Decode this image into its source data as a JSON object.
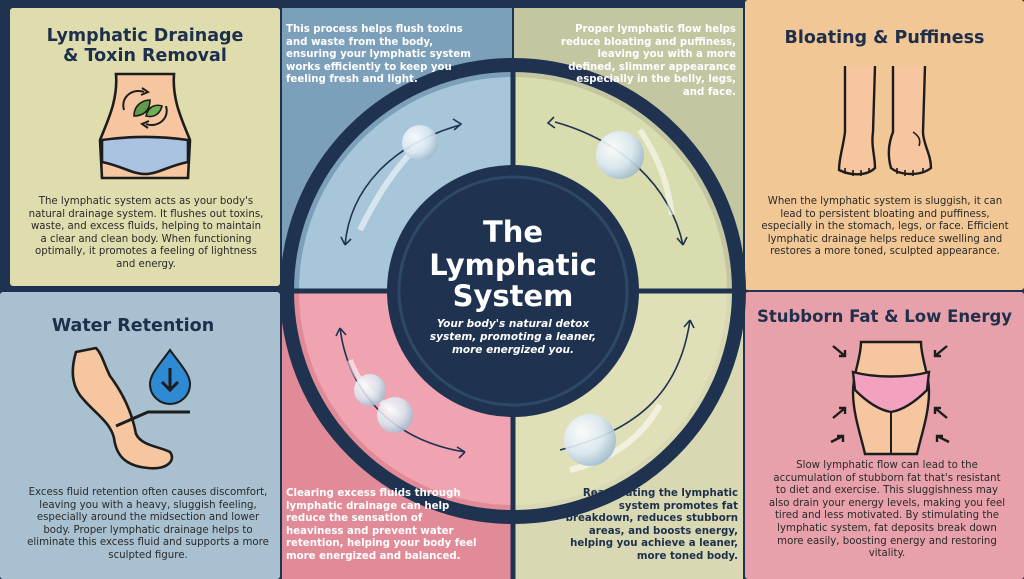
{
  "center": {
    "title_line1": "The",
    "title_line2": "Lymphatic",
    "title_line3": "System",
    "tagline_line1": "Your body's natural detox",
    "tagline_line2": "system, promoting a leaner,",
    "tagline_line3": "more energized you."
  },
  "panels": {
    "drainage": {
      "title_line1": "Lymphatic Drainage",
      "title_line2": "& Toxin Removal",
      "icon": "abdomen-leaf-icon",
      "text": "The lymphatic system acts as your body's natural drainage system. It flushes out toxins, waste, and excess fluids, helping to maintain a clear and clean body. When functioning optimally, it promotes a feeling of lightness and energy."
    },
    "bloating": {
      "title": "Bloating & Puffiness",
      "icon": "swollen-legs-icon",
      "text": "When the lymphatic system is sluggish, it can lead to persistent bloating and puffiness, especially in the stomach, legs, or face. Efficient lymphatic drainage helps reduce swelling and restores a more toned, sculpted appearance."
    },
    "water": {
      "title": "Water Retention",
      "icon": "swollen-leg-water-drop-icon",
      "text": "Excess fluid retention often causes discomfort, leaving you with a heavy, sluggish feeling, especially around the midsection and lower body. Proper lymphatic drainage helps to eliminate this excess fluid and supports a more sculpted figure."
    },
    "fat": {
      "title": "Stubborn Fat & Low Energy",
      "icon": "hips-compression-arrows-icon",
      "text": "Slow lymphatic flow can lead to the accumulation of stubborn fat that's resistant to diet and exercise. This sluggishness may also drain your energy levels, making you feel tired and less motivated. By stimulating the lymphatic system, fat deposits break down more easily, boosting energy and restoring vitality."
    }
  },
  "quadrants": {
    "top_left": "This process helps flush toxins and waste from the body, ensuring your lymphatic system works efficiently to keep you feeling fresh and light.",
    "top_right": "Proper lymphatic flow helps reduce bloating and puffiness, leaving you with a more defined, slimmer appearance especially in the belly, legs, and face.",
    "bottom_left": "Clearing excess fluids through lymphatic drainage can help reduce the sensation of heaviness and prevent water retention, helping your body feel more energized and balanced.",
    "bottom_right": "Reactivating the lymphatic system promotes fat breakdown, reduces stubborn areas, and boosts energy, helping you achieve a leaner, more toned body."
  },
  "colors": {
    "navy": "#1f3350",
    "drainage_bg": "#dfdcae",
    "bloating_bg": "#f2c796",
    "water_bg": "#a8c0cf",
    "fat_bg": "#e8a1ab",
    "q_top_left": "#7c9fba",
    "q_top_right": "#c4c6a2",
    "q_bottom_left": "#e28b98",
    "q_bottom_right": "#d8d9b3",
    "skin": "#f6c6a0",
    "underwear": "#a9c3e0",
    "pink_underwear": "#f2a2c0",
    "water_blue": "#2f8ad4"
  }
}
